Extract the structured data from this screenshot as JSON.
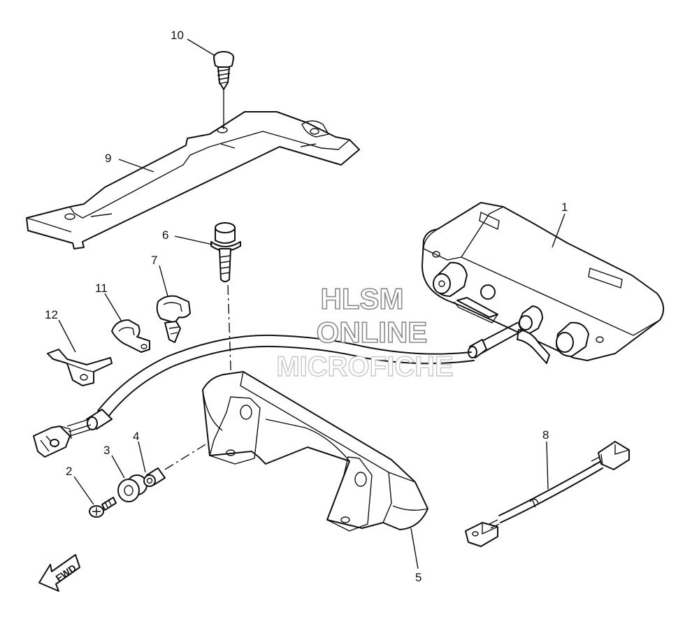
{
  "callouts": {
    "c1": "1",
    "c2": "2",
    "c3": "3",
    "c4": "4",
    "c5": "5",
    "c6": "6",
    "c7": "7",
    "c8": "8",
    "c9": "9",
    "c10": "10",
    "c11": "11",
    "c12": "12"
  },
  "direction_marker": {
    "label": "FWD"
  },
  "watermark": {
    "line1": "HLSM",
    "line2": "ONLINE",
    "line3": "MICROFICHE"
  }
}
